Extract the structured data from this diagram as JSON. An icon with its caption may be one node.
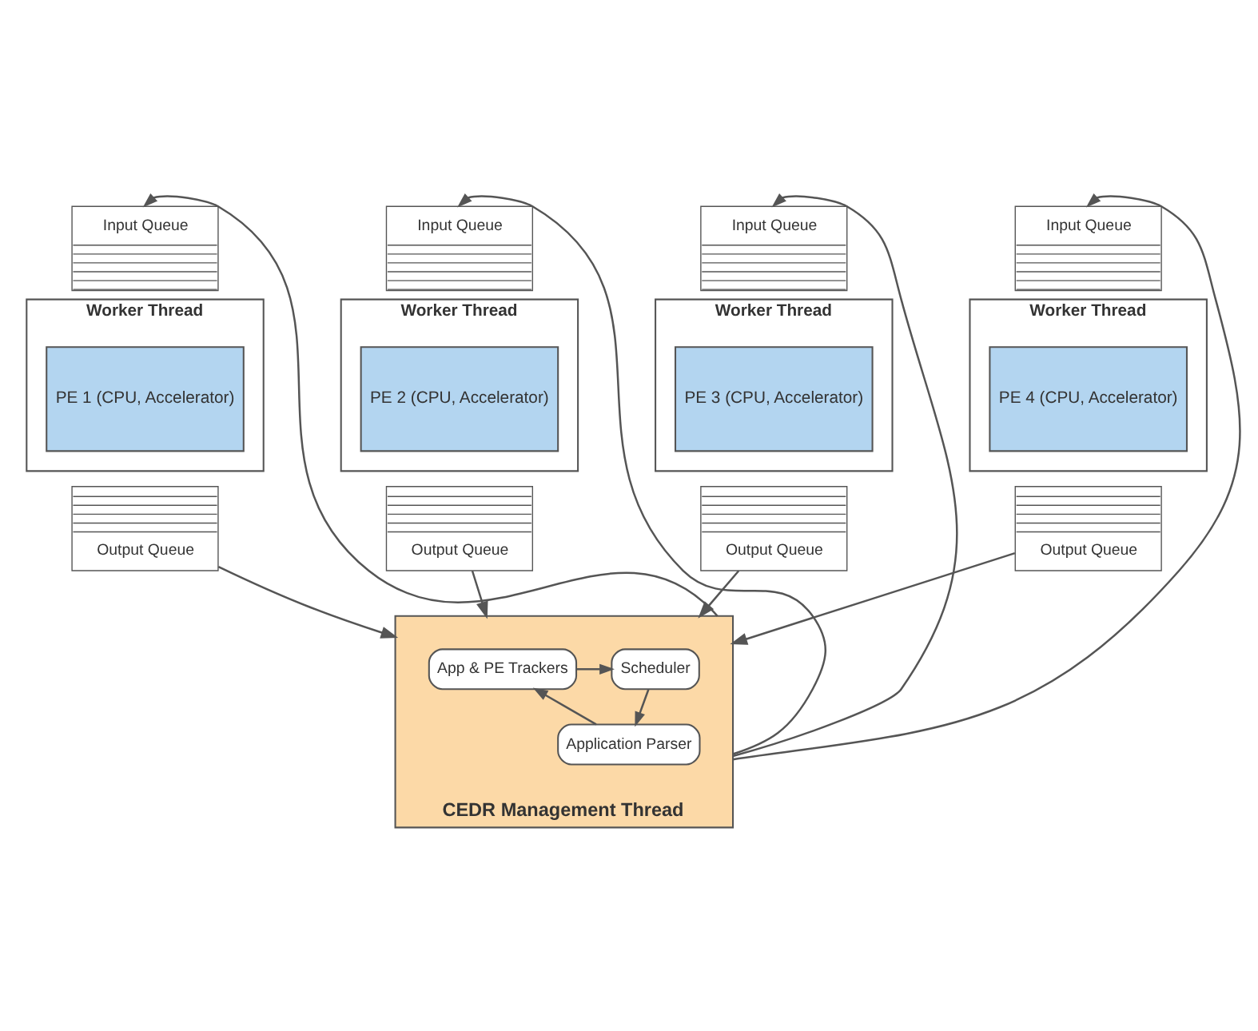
{
  "diagram": {
    "nodes": [
      {
        "text": [
          "Input Queue"
        ]
      },
      {
        "text": [
          "Input Queue"
        ]
      },
      {
        "text": [
          "Input Queue"
        ]
      },
      {
        "text": [
          "Input Queue"
        ]
      },
      {
        "text": [
          "Worker Thread"
        ]
      },
      {
        "text": [
          "PE 1 (CPU, Accelerator)"
        ],
        "in": 4
      },
      {
        "text": [
          "Worker Thread"
        ]
      },
      {
        "text": [
          "PE 2 (CPU, Accelerator)"
        ],
        "in": 6
      },
      {
        "text": [
          "Worker Thread"
        ]
      },
      {
        "text": [
          "PE 3 (CPU, Accelerator)"
        ],
        "in": 8
      },
      {
        "text": [
          "Worker Thread"
        ]
      },
      {
        "text": [
          "PE 4 (CPU, Accelerator)"
        ],
        "in": 10
      },
      {
        "text": [
          "Output Queue"
        ]
      },
      {
        "text": [
          "Output Queue"
        ]
      },
      {
        "text": [
          "Output Queue"
        ]
      },
      {
        "text": [
          "Output Queue"
        ]
      },
      {
        "text": [
          "CEDR Management Thread"
        ]
      },
      {
        "text": [
          "App & PE Trackers"
        ],
        "in": 16
      },
      {
        "text": [
          "Scheduler"
        ],
        "in": 16
      },
      {
        "text": [
          "Application Parser"
        ],
        "in": 16
      }
    ],
    "edges": [
      {
        "from": 12,
        "to": 16,
        "arrow": "to"
      },
      {
        "from": 13,
        "to": 16,
        "arrow": "to"
      },
      {
        "from": 14,
        "to": 16,
        "arrow": "to"
      },
      {
        "from": 15,
        "to": 16,
        "arrow": "to"
      },
      {
        "from": 17,
        "to": 18,
        "arrow": "to"
      },
      {
        "from": 18,
        "to": 19,
        "arrow": "to"
      },
      {
        "from": 19,
        "to": 17,
        "arrow": "to"
      },
      {
        "from": 16,
        "to": 0,
        "arrow": "to"
      },
      {
        "from": 16,
        "to": 1,
        "arrow": "to"
      },
      {
        "from": 16,
        "to": 2,
        "arrow": "to"
      },
      {
        "from": 16,
        "to": 3,
        "arrow": "to"
      }
    ]
  }
}
